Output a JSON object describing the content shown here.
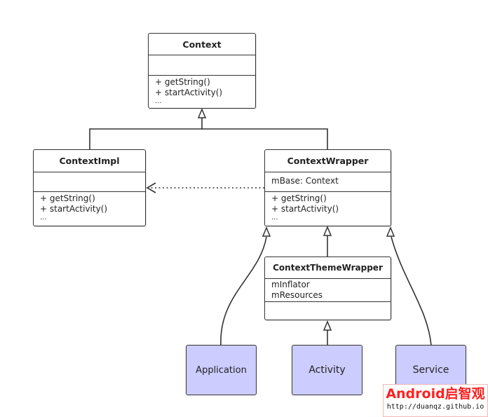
{
  "classes": {
    "context": {
      "name": "Context",
      "attributes": [],
      "methods": [
        "+ getString()",
        "+ startActivity()",
        "..."
      ]
    },
    "context_impl": {
      "name": "ContextImpl",
      "attributes": [],
      "methods": [
        "+ getString()",
        "+ startActivity()",
        "..."
      ]
    },
    "context_wrapper": {
      "name": "ContextWrapper",
      "attributes": [
        "mBase: Context"
      ],
      "methods": [
        "+ getString()",
        "+ startActivity()",
        "..."
      ]
    },
    "context_theme_wrapper": {
      "name": "ContextThemeWrapper",
      "attributes": [
        "mInflator",
        "mResources"
      ],
      "methods": []
    }
  },
  "leaves": {
    "application": "Application",
    "activity": "Activity",
    "service": "Service"
  },
  "colors": {
    "line": "#333333",
    "leaf_fill": "#ccccff",
    "watermark_text": "#ff2020"
  },
  "watermark": {
    "brand": "Android启智观",
    "url": "http://duanqz.github.io"
  }
}
